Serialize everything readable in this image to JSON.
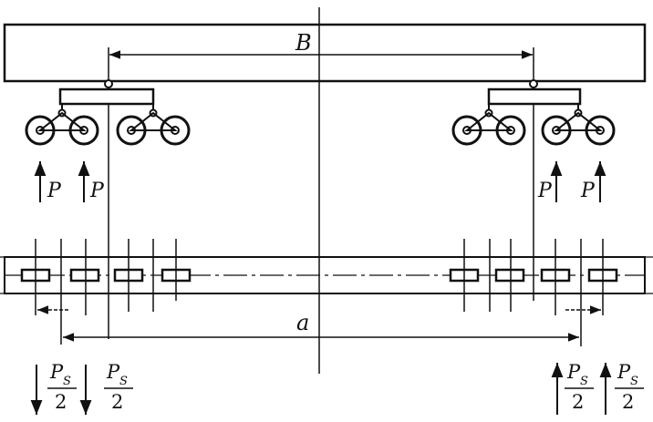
{
  "labels": {
    "B": "B",
    "a": "a",
    "P": "P",
    "Ps": "P",
    "Ps_sub": "S",
    "two": "2"
  },
  "colors": {
    "ink": "#111111",
    "background": "#ffffff"
  }
}
